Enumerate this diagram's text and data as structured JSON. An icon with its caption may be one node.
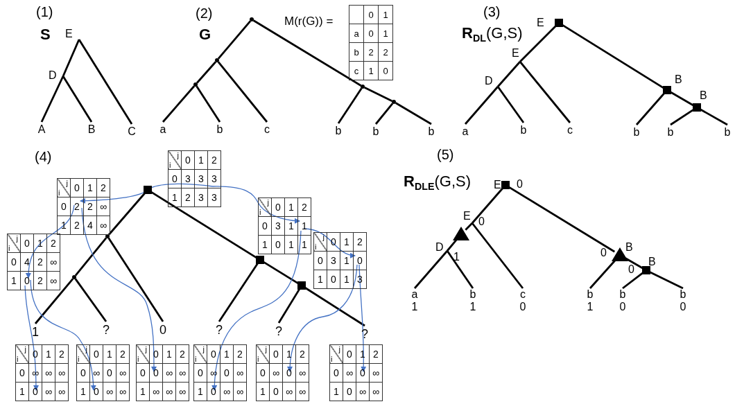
{
  "diagram": {
    "nodes": [
      {
        "text": [
          "E"
        ]
      },
      {
        "text": [
          "D"
        ]
      },
      {
        "text": [
          "A"
        ]
      },
      {
        "text": [
          "B"
        ]
      },
      {
        "text": [
          "C"
        ]
      },
      {
        "text": [],
        "shape": "point"
      },
      {
        "text": [],
        "shape": "point"
      },
      {
        "text": [],
        "shape": "point"
      },
      {
        "text": [
          "a"
        ]
      },
      {
        "text": [
          "b"
        ]
      },
      {
        "text": [
          "c"
        ]
      },
      {
        "text": [],
        "shape": "point"
      },
      {
        "text": [],
        "shape": "point"
      },
      {
        "text": [
          "b"
        ]
      },
      {
        "text": [
          "b"
        ]
      },
      {
        "text": [
          "b"
        ]
      },
      {
        "text": [
          "0",
          "1",
          "a",
          "0",
          "1",
          "b",
          "2",
          "2",
          "c",
          "1",
          "0"
        ],
        "beside": [
          "M(r(G)) ="
        ]
      },
      {
        "text": [
          "E"
        ]
      },
      {
        "text": [
          "E"
        ]
      },
      {
        "text": [
          "D"
        ]
      },
      {
        "text": [
          "a"
        ]
      },
      {
        "text": [
          "b"
        ]
      },
      {
        "text": [
          "c"
        ]
      },
      {
        "text": [
          "B"
        ]
      },
      {
        "text": [
          "B"
        ]
      },
      {
        "text": [
          "b"
        ]
      },
      {
        "text": [
          "b"
        ]
      },
      {
        "text": [
          "b"
        ]
      },
      {
        "text": [],
        "shape": "square"
      },
      {
        "text": [],
        "shape": "point"
      },
      {
        "text": [],
        "shape": "point"
      },
      {
        "text": [
          "1"
        ]
      },
      {
        "text": [
          "?"
        ]
      },
      {
        "text": [
          "0"
        ]
      },
      {
        "text": [],
        "shape": "square"
      },
      {
        "text": [],
        "shape": "square"
      },
      {
        "text": [
          "?"
        ]
      },
      {
        "text": [
          "?"
        ]
      },
      {
        "text": [
          "?"
        ]
      },
      {
        "text": [
          "j",
          "i",
          "0",
          "1",
          "2",
          "0",
          "3",
          "3",
          "3",
          "1",
          "2",
          "3",
          "3"
        ]
      },
      {
        "text": [
          "j",
          "i",
          "0",
          "1",
          "2",
          "0",
          "2",
          "2",
          "∞",
          "1",
          "2",
          "4",
          "∞"
        ]
      },
      {
        "text": [
          "j",
          "i",
          "0",
          "1",
          "2",
          "0",
          "4",
          "2",
          "∞",
          "1",
          "0",
          "2",
          "∞"
        ]
      },
      {
        "text": [
          "j",
          "i",
          "0",
          "1",
          "2",
          "0",
          "3",
          "1",
          "1",
          "1",
          "0",
          "1",
          "1"
        ]
      },
      {
        "text": [
          "j",
          "i",
          "0",
          "1",
          "2",
          "0",
          "3",
          "1",
          "0",
          "1",
          "0",
          "1",
          "3"
        ]
      },
      {
        "text": [
          "j",
          "i",
          "0",
          "1",
          "2",
          "0",
          "∞",
          "∞",
          "∞",
          "1",
          "0",
          "∞",
          "∞"
        ]
      },
      {
        "text": [
          "j",
          "i",
          "0",
          "1",
          "2",
          "0",
          "∞",
          "0",
          "∞",
          "1",
          "0",
          "∞",
          "∞"
        ]
      },
      {
        "text": [
          "j",
          "i",
          "0",
          "1",
          "2",
          "0",
          "0",
          "∞",
          "∞",
          "1",
          "∞",
          "∞",
          "∞"
        ]
      },
      {
        "text": [
          "j",
          "i",
          "0",
          "1",
          "2",
          "0",
          "∞",
          "0",
          "∞",
          "1",
          "0",
          "∞",
          "∞"
        ]
      },
      {
        "text": [
          "j",
          "i",
          "0",
          "1",
          "2",
          "0",
          "∞",
          "0",
          "∞",
          "1",
          "0",
          "∞",
          "∞"
        ]
      },
      {
        "text": [
          "j",
          "i",
          "0",
          "1",
          "2",
          "0",
          "∞",
          "0",
          "∞",
          "1",
          "0",
          "∞",
          "∞"
        ]
      },
      {
        "text": [
          "E"
        ],
        "beside": [
          "0"
        ]
      },
      {
        "text": [
          "E"
        ],
        "beside": [
          "0"
        ]
      },
      {
        "text": [],
        "shape": "triangle"
      },
      {
        "text": [
          "D"
        ],
        "beside": [
          "1"
        ]
      },
      {
        "text": [
          "a",
          "1"
        ]
      },
      {
        "text": [
          "b",
          "1"
        ]
      },
      {
        "text": [
          "c",
          "0"
        ]
      },
      {
        "text": [
          "B"
        ],
        "beside": [
          "0"
        ]
      },
      {
        "text": [
          "B"
        ],
        "beside": [
          "0"
        ]
      },
      {
        "text": [
          "b",
          "1"
        ]
      },
      {
        "text": [
          "b",
          "0"
        ]
      },
      {
        "text": [
          "b",
          "0"
        ]
      }
    ],
    "edges": [
      {
        "from": 0,
        "to": 1,
        "arrow": "none"
      },
      {
        "from": 1,
        "to": 2,
        "arrow": "none"
      },
      {
        "from": 1,
        "to": 3,
        "arrow": "none"
      },
      {
        "from": 0,
        "to": 4,
        "arrow": "none"
      },
      {
        "from": 5,
        "to": 6,
        "arrow": "none"
      },
      {
        "from": 6,
        "to": 7,
        "arrow": "none"
      },
      {
        "from": 7,
        "to": 8,
        "arrow": "none"
      },
      {
        "from": 7,
        "to": 9,
        "arrow": "none"
      },
      {
        "from": 6,
        "to": 10,
        "arrow": "none"
      },
      {
        "from": 5,
        "to": 11,
        "arrow": "none"
      },
      {
        "from": 11,
        "to": 13,
        "arrow": "none"
      },
      {
        "from": 11,
        "to": 12,
        "arrow": "none"
      },
      {
        "from": 12,
        "to": 14,
        "arrow": "none"
      },
      {
        "from": 12,
        "to": 15,
        "arrow": "none"
      },
      {
        "from": 17,
        "to": 18,
        "arrow": "none"
      },
      {
        "from": 18,
        "to": 19,
        "arrow": "none"
      },
      {
        "from": 19,
        "to": 20,
        "arrow": "none"
      },
      {
        "from": 19,
        "to": 21,
        "arrow": "none"
      },
      {
        "from": 18,
        "to": 22,
        "arrow": "none"
      },
      {
        "from": 17,
        "to": 23,
        "arrow": "none"
      },
      {
        "from": 23,
        "to": 25,
        "arrow": "none"
      },
      {
        "from": 23,
        "to": 24,
        "arrow": "none"
      },
      {
        "from": 24,
        "to": 26,
        "arrow": "none"
      },
      {
        "from": 24,
        "to": 27,
        "arrow": "none"
      },
      {
        "from": 28,
        "to": 29,
        "arrow": "none"
      },
      {
        "from": 29,
        "to": 30,
        "arrow": "none"
      },
      {
        "from": 30,
        "to": 31,
        "arrow": "none"
      },
      {
        "from": 30,
        "to": 32,
        "arrow": "none"
      },
      {
        "from": 29,
        "to": 33,
        "arrow": "none"
      },
      {
        "from": 28,
        "to": 34,
        "arrow": "none"
      },
      {
        "from": 34,
        "to": 36,
        "arrow": "none"
      },
      {
        "from": 34,
        "to": 35,
        "arrow": "none"
      },
      {
        "from": 35,
        "to": 37,
        "arrow": "none"
      },
      {
        "from": 35,
        "to": 38,
        "arrow": "none"
      },
      {
        "from": 39,
        "to": 40,
        "arrow": "to",
        "color": "#4472c4"
      },
      {
        "from": 39,
        "to": 42,
        "arrow": "to",
        "color": "#4472c4"
      },
      {
        "from": 40,
        "to": 41,
        "arrow": "to",
        "color": "#4472c4"
      },
      {
        "from": 40,
        "to": 46,
        "arrow": "to",
        "color": "#4472c4"
      },
      {
        "from": 41,
        "to": 44,
        "arrow": "to",
        "color": "#4472c4"
      },
      {
        "from": 41,
        "to": 45,
        "arrow": "to",
        "color": "#4472c4"
      },
      {
        "from": 42,
        "to": 43,
        "arrow": "to",
        "color": "#4472c4"
      },
      {
        "from": 42,
        "to": 47,
        "arrow": "to",
        "color": "#4472c4"
      },
      {
        "from": 43,
        "to": 48,
        "arrow": "to",
        "color": "#4472c4"
      },
      {
        "from": 43,
        "to": 49,
        "arrow": "to",
        "color": "#4472c4"
      },
      {
        "from": 50,
        "to": 51,
        "arrow": "none"
      },
      {
        "from": 51,
        "to": 52,
        "arrow": "none"
      },
      {
        "from": 52,
        "to": 53,
        "arrow": "none"
      },
      {
        "from": 53,
        "to": 54,
        "arrow": "none"
      },
      {
        "from": 53,
        "to": 55,
        "arrow": "none"
      },
      {
        "from": 51,
        "to": 56,
        "arrow": "none"
      },
      {
        "from": 50,
        "to": 57,
        "arrow": "none"
      },
      {
        "from": 57,
        "to": 59,
        "arrow": "none"
      },
      {
        "from": 57,
        "to": 58,
        "arrow": "none"
      },
      {
        "from": 58,
        "to": 60,
        "arrow": "none"
      },
      {
        "from": 58,
        "to": 61,
        "arrow": "none"
      }
    ],
    "labels": [
      "(1)",
      "S",
      "(2)",
      "G",
      "(3)",
      "**R**$_{DL}$(G,S)",
      "(4)",
      "(5)",
      "**R**$_{DLE}$(G,S)"
    ]
  }
}
